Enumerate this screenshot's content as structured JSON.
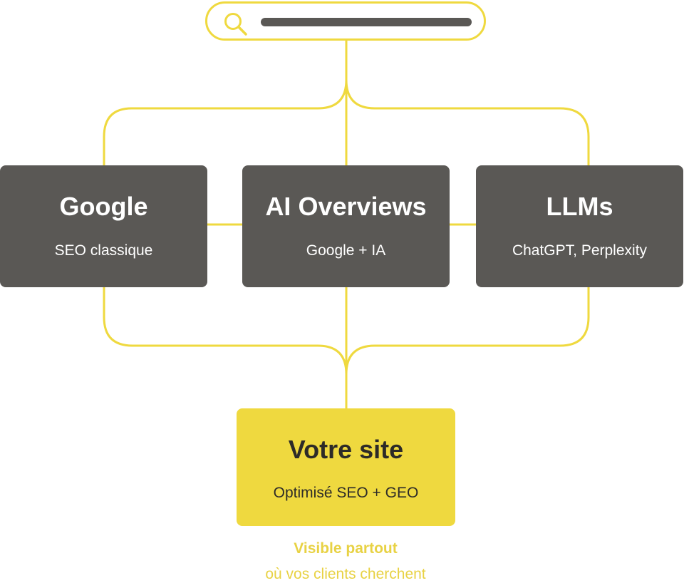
{
  "search": {
    "icon": "search-icon"
  },
  "nodes": {
    "google": {
      "title": "Google",
      "subtitle": "SEO classique"
    },
    "ai": {
      "title": "AI Overviews",
      "subtitle": "Google + IA"
    },
    "llms": {
      "title": "LLMs",
      "subtitle": "ChatGPT, Perplexity"
    },
    "site": {
      "title": "Votre site",
      "subtitle": "Optimisé SEO + GEO"
    }
  },
  "caption": {
    "line1": "Visible partout",
    "line2": "où vos clients cherchent"
  },
  "colors": {
    "accent_yellow": "#efd93f",
    "box_dark": "#5a5855",
    "caption_yellow": "#e8d244",
    "text_white": "#ffffff",
    "text_dark": "#2d2b28"
  }
}
